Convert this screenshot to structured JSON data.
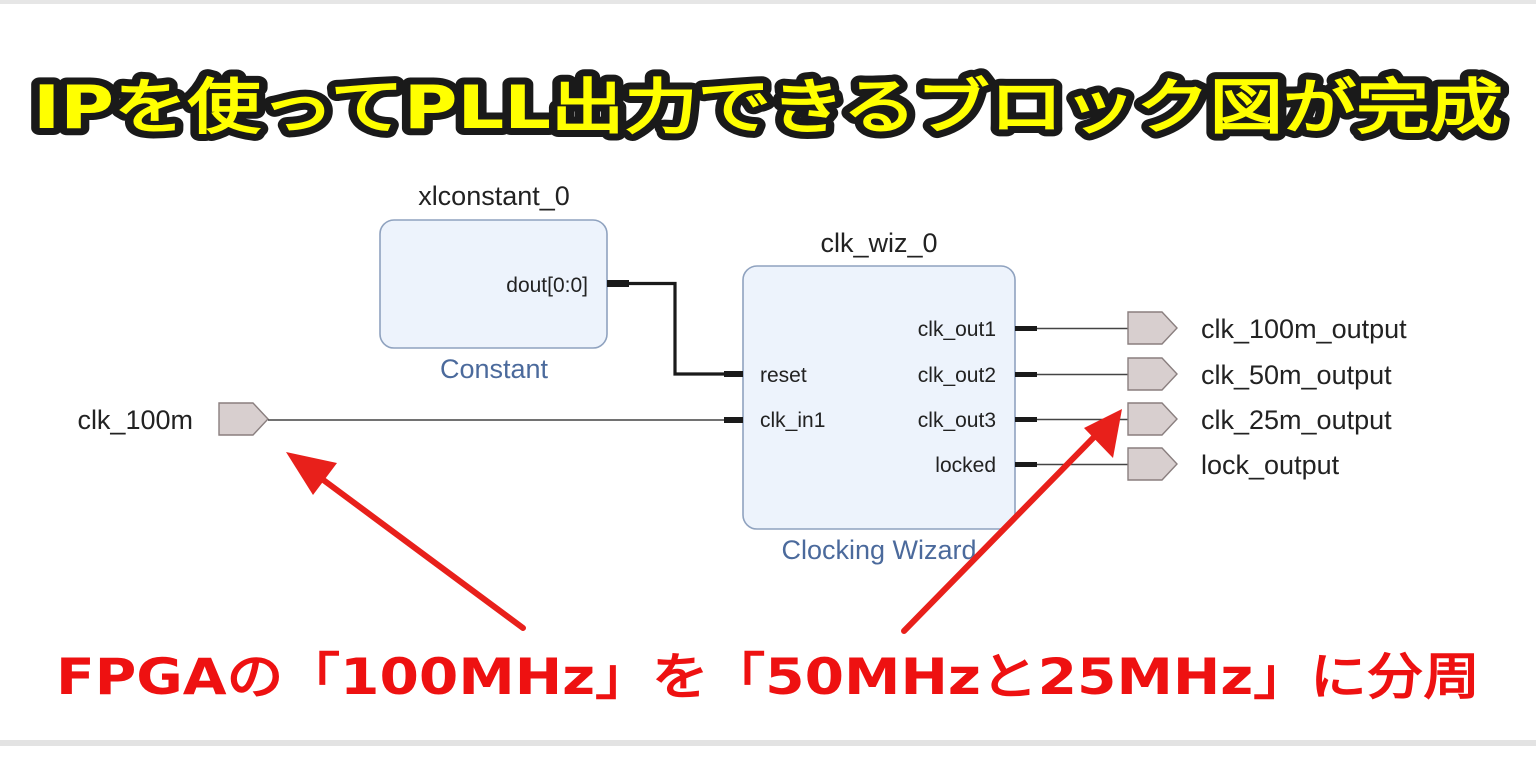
{
  "headline": "IPを使ってPLL出力できるブロック図が完成",
  "caption": "FPGAの「100MHz」を「50MHzと25MHz」に分周",
  "colors": {
    "headline_fill": "#ffff00",
    "headline_stroke": "#1a1a1a",
    "caption_fill": "#ee1111",
    "caption_stroke": "#ffffff",
    "block_fill": "#edf3fc",
    "block_border": "#8fa2bf",
    "port_fill": "#d8cfcf",
    "arrow": "#e8201b"
  },
  "blocks": {
    "constant": {
      "instance": "xlconstant_0",
      "type_label": "Constant",
      "pin_out": "dout[0:0]"
    },
    "clk_wiz": {
      "instance": "clk_wiz_0",
      "type_label": "Clocking Wizard",
      "pin_reset": "reset",
      "pin_clk_in1": "clk_in1",
      "pin_clk_out1": "clk_out1",
      "pin_clk_out2": "clk_out2",
      "pin_clk_out3": "clk_out3",
      "pin_locked": "locked"
    }
  },
  "ports": {
    "input_clk": "clk_100m",
    "out1": "clk_100m_output",
    "out2": "clk_50m_output",
    "out3": "clk_25m_output",
    "out4": "lock_output"
  },
  "icons": {
    "port_shape": "pentagon-port-icon",
    "callout": "arrow-icon"
  }
}
